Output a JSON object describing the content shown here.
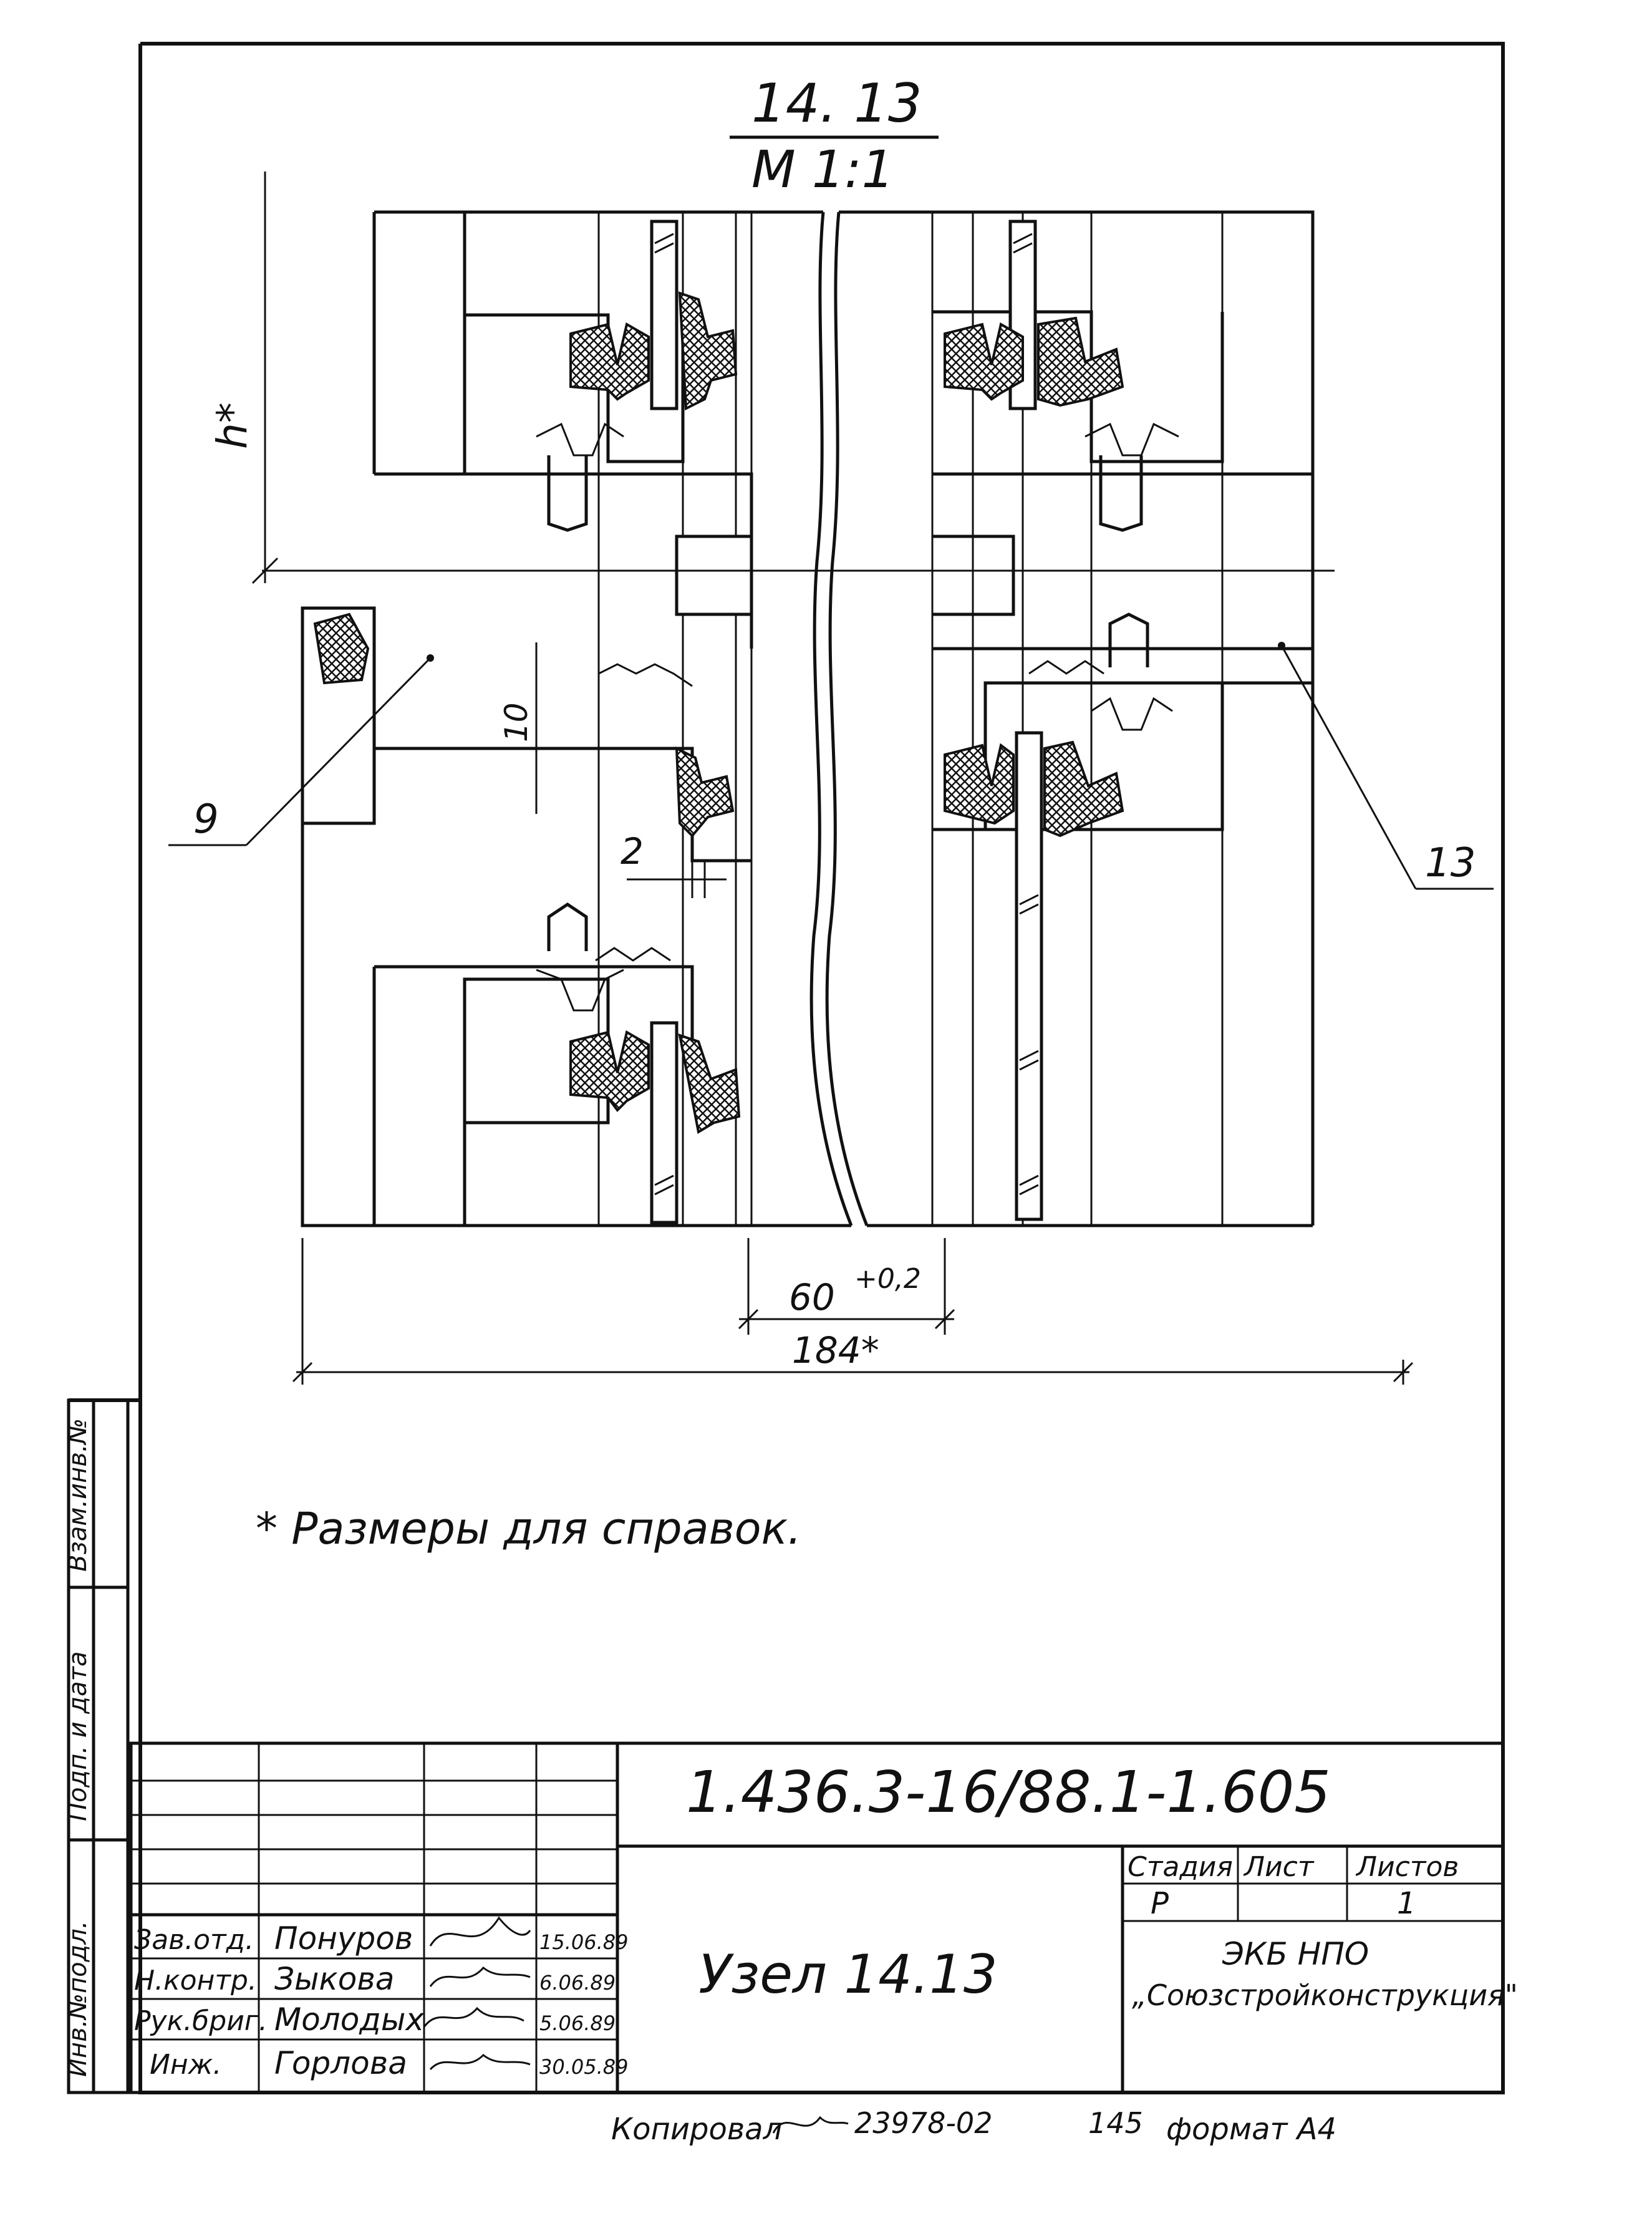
{
  "drawing": {
    "node_number": "14. 13",
    "scale": "М 1:1",
    "labels": {
      "h_star": "h*",
      "dim_10": "10",
      "dim_2": "2",
      "dim_60": "60",
      "dim_60_tol": "+0,2",
      "dim_184": "184*",
      "callout_9": "9",
      "callout_13": "13"
    }
  },
  "note": "* Размеры для справок.",
  "side_stamp": [
    "Инв.№подл.",
    "Подп. и дата",
    "Взам.инв.№"
  ],
  "title_block": {
    "designation": "1.436.3-16/88.1-1.605",
    "title": "Узел 14.13",
    "headers": {
      "stage": "Стадия",
      "sheet": "Лист",
      "sheets": "Листов"
    },
    "values": {
      "stage": "Р",
      "sheet": "",
      "sheets": "1"
    },
    "organization_line1": "ЭКБ  НПО",
    "organization_line2": "„Союзстройконструкция\"",
    "signatures": [
      {
        "role": "Зав.отд.",
        "name": "Понуров",
        "date": "15.06.89"
      },
      {
        "role": "Н.контр.",
        "name": "Зыкова",
        "date": "6.06.89"
      },
      {
        "role": "Рук.бриг.",
        "name": "Молодых",
        "date": "5.06.89"
      },
      {
        "role": "Инж.",
        "name": "Горлова",
        "date": "30.05.89"
      }
    ]
  },
  "footer": {
    "copied": "Копировал",
    "order": "23978-02",
    "sheet_code": "145",
    "format": "формат А4"
  }
}
